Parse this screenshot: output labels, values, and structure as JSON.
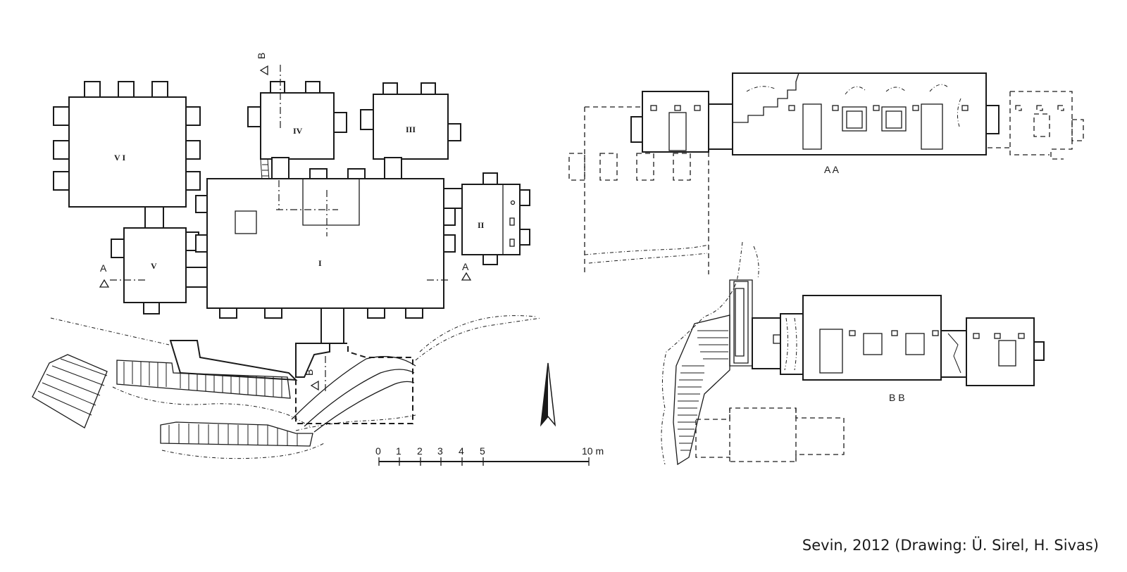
{
  "rooms": [
    {
      "id": "I",
      "label": "I"
    },
    {
      "id": "II",
      "label": "II"
    },
    {
      "id": "III",
      "label": "III"
    },
    {
      "id": "IV",
      "label": "IV"
    },
    {
      "id": "V",
      "label": "V"
    },
    {
      "id": "VI",
      "label": "V I"
    }
  ],
  "section_markers": {
    "a_left": "A",
    "a_right": "A",
    "b_top": "B",
    "b_bottom": "B"
  },
  "section_titles": {
    "aa": "A A",
    "bb": "B B"
  },
  "scale_bar": {
    "ticks": [
      "0",
      "1",
      "2",
      "3",
      "4",
      "5"
    ],
    "end_label": "10 m"
  },
  "credit": "Sevin, 2012 (Drawing: Ü. Sirel, H. Sivas)"
}
